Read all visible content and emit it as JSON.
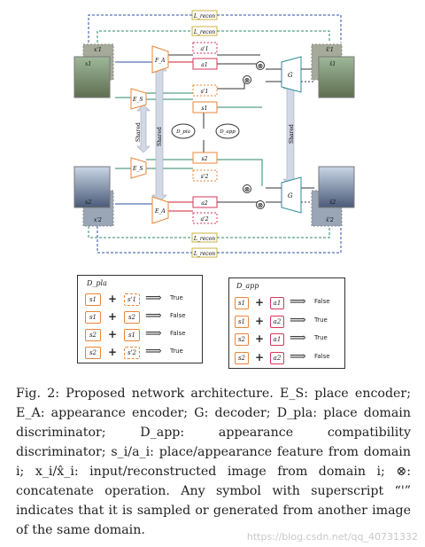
{
  "diagram": {
    "encoders": {
      "place_top": "E_S",
      "appearance_top": "F_A",
      "place_bottom": "E_S",
      "appearance_bottom": "E_A"
    },
    "decoder": "G",
    "shared": "Shared",
    "discriminators": {
      "place": "D_pla",
      "appearance": "D_app"
    },
    "losses": {
      "recon": "L_recon"
    },
    "features": {
      "s1": "s1",
      "s1p": "s'1",
      "a1": "a1",
      "a1p": "a'1",
      "s2": "s2",
      "s2p": "s'2",
      "a2": "a2",
      "a2p": "a'2"
    },
    "images": {
      "x1": "x1",
      "x1p": "x'1",
      "x2": "x2",
      "x2p": "x'2",
      "xh1": "x̂1",
      "xh1p": "x̂'1",
      "xh2": "x̂2",
      "xh2p": "x̂'2"
    },
    "concat_symbol": "⊗"
  },
  "table_pla": {
    "title": "D_pla",
    "rows": [
      {
        "left": "s1",
        "right": "s'1",
        "result": "True"
      },
      {
        "left": "s1",
        "right": "s2",
        "result": "False"
      },
      {
        "left": "s2",
        "right": "s1",
        "result": "False"
      },
      {
        "left": "s2",
        "right": "s'2",
        "result": "True"
      }
    ]
  },
  "table_app": {
    "title": "D_app",
    "rows": [
      {
        "left": "s1",
        "right": "a1",
        "result": "False"
      },
      {
        "left": "s1",
        "right": "a2",
        "result": "True"
      },
      {
        "left": "s2",
        "right": "a1",
        "result": "True"
      },
      {
        "left": "s2",
        "right": "a2",
        "result": "False"
      }
    ]
  },
  "caption": "Fig. 2: Proposed network architecture. E_S: place encoder; E_A: appearance encoder; G: decoder; D_pla: place domain discriminator; D_app: appearance compatibility discriminator; s_i/a_i: place/appearance feature from domain i; x_i/x̂_i: input/reconstructed image from domain i; ⊗: concatenate operation. Any symbol with superscript “'” indicates that it is sampled or generated from another image of the same domain.",
  "watermark": "https://blog.csdn.net/qq_40731332"
}
